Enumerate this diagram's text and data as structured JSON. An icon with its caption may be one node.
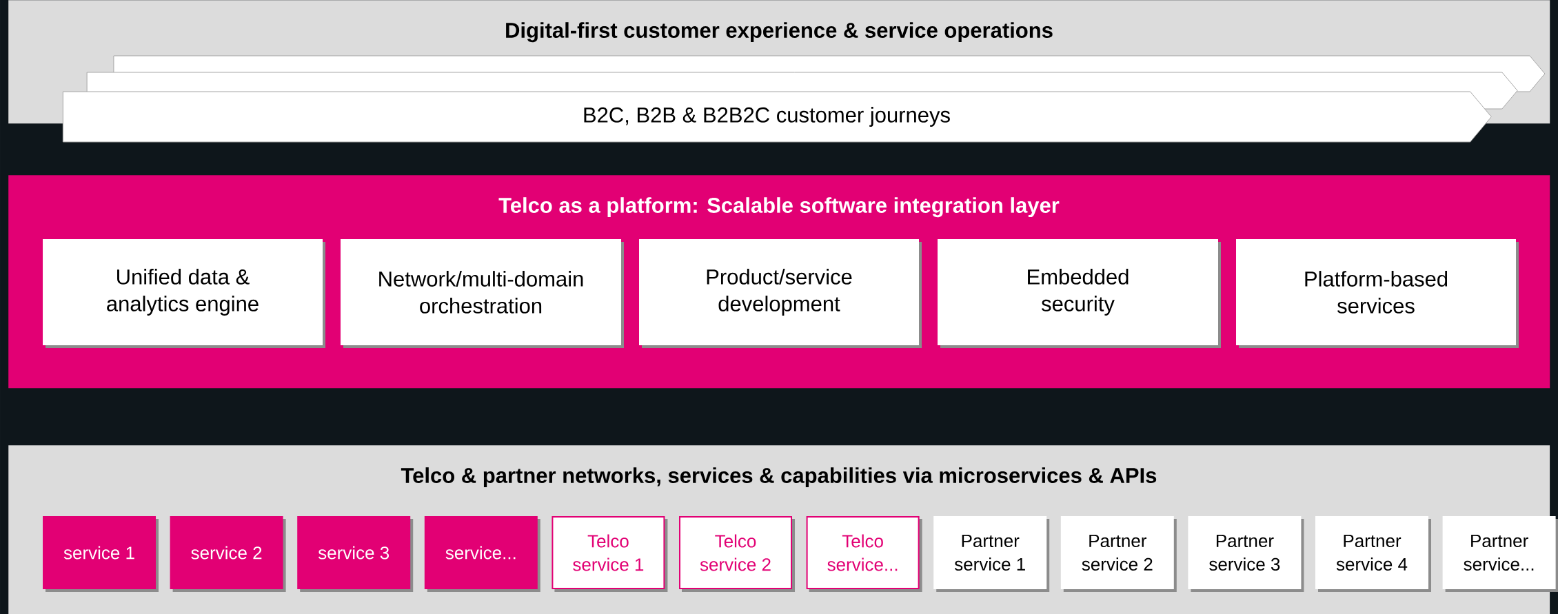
{
  "diagram": {
    "nodes": [
      {
        "text": [
          "Digital-first customer experience & service operations"
        ]
      },
      {
        "text": [],
        "shape": "arrow",
        "in": 0
      },
      {
        "text": [],
        "shape": "arrow",
        "in": 0
      },
      {
        "text": [
          "B2C, B2B & B2B2C customer journeys"
        ]
      },
      {
        "text": [
          "Telco as a platform: Scalable software integration layer"
        ]
      },
      {
        "text": [
          "Unified data & analytics engine"
        ],
        "in": 4
      },
      {
        "text": [
          "Network/multi-domain orchestration"
        ],
        "in": 4
      },
      {
        "text": [
          "Product/service development"
        ],
        "in": 4
      },
      {
        "text": [
          "Embedded security"
        ],
        "in": 4
      },
      {
        "text": [
          "Platform-based services"
        ],
        "in": 4
      },
      {
        "text": [
          "Telco & partner networks, services & capabilities via microservices & APIs"
        ]
      },
      {
        "text": [
          "service 1"
        ],
        "in": 10
      },
      {
        "text": [
          "service 2"
        ],
        "in": 10
      },
      {
        "text": [
          "service 3"
        ],
        "in": 10
      },
      {
        "text": [
          "service..."
        ],
        "in": 10
      },
      {
        "text": [
          "Telco service 1"
        ],
        "in": 10
      },
      {
        "text": [
          "Telco service 2"
        ],
        "in": 10
      },
      {
        "text": [
          "Telco service..."
        ],
        "in": 10
      },
      {
        "text": [
          "Partner service 1"
        ],
        "in": 10
      },
      {
        "text": [
          "Partner service 2"
        ],
        "in": 10
      },
      {
        "text": [
          "Partner service 3"
        ],
        "in": 10
      },
      {
        "text": [
          "Partner service 4"
        ],
        "in": 10
      },
      {
        "text": [
          "Partner service..."
        ],
        "in": 10
      }
    ]
  }
}
